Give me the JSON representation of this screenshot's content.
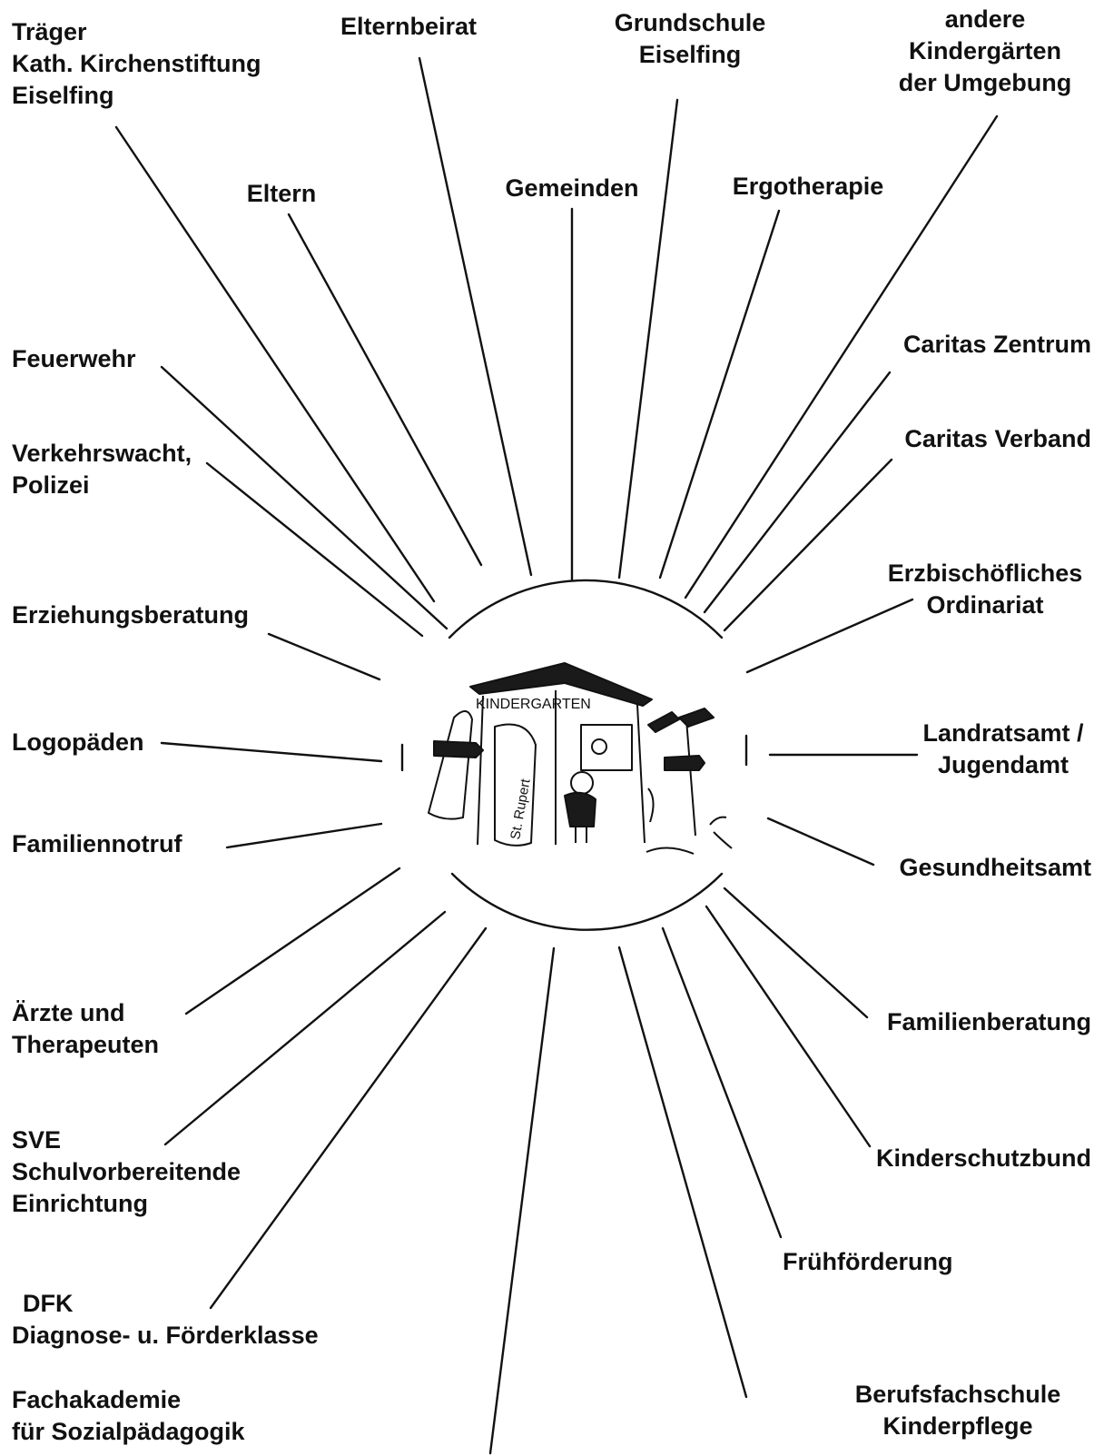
{
  "diagram": {
    "colors": {
      "ink": "#111111",
      "background": "#ffffff",
      "roof": "#1a1a1a"
    },
    "center_illustration": {
      "sign_text": "KINDERGARTEN",
      "banner_text": "St. Rupert"
    },
    "labels": {
      "traeger": [
        "Träger",
        "Kath. Kirchenstiftung",
        "Eiselfing"
      ],
      "elternbeirat": [
        "Elternbeirat"
      ],
      "grundschule": [
        "Grundschule",
        "Eiselfing"
      ],
      "andere_kindergaerten": [
        "andere",
        "Kindergärten",
        "der Umgebung"
      ],
      "eltern": [
        "Eltern"
      ],
      "gemeinden": [
        "Gemeinden"
      ],
      "ergotherapie": [
        "Ergotherapie"
      ],
      "feuerwehr": [
        "Feuerwehr"
      ],
      "caritas_zentrum": [
        "Caritas Zentrum"
      ],
      "verkehrswacht": [
        "Verkehrswacht,",
        "Polizei"
      ],
      "caritas_verband": [
        "Caritas Verband"
      ],
      "erzbischoefliches": [
        "Erzbischöfliches",
        "Ordinariat"
      ],
      "erziehungsberatung": [
        "Erziehungsberatung"
      ],
      "logopaeden": [
        "Logopäden"
      ],
      "landratsamt": [
        "Landratsamt /",
        "Jugendamt"
      ],
      "familiennotruf": [
        "Familiennotruf"
      ],
      "gesundheitsamt": [
        "Gesundheitsamt"
      ],
      "aerzte": [
        "Ärzte und",
        "Therapeuten"
      ],
      "familienberatung": [
        "Familienberatung"
      ],
      "sve": [
        "SVE",
        "Schulvorbereitende",
        "Einrichtung"
      ],
      "kinderschutzbund": [
        "Kinderschutzbund"
      ],
      "fruehfoerderung": [
        "Frühförderung"
      ],
      "dfk": [
        "DFK",
        "Diagnose- u. Förderklasse"
      ],
      "fachakademie": [
        "Fachakademie",
        "für Sozialpädagogik"
      ],
      "berufsfachschule": [
        "Berufsfachschule",
        "Kinderpflege"
      ]
    }
  }
}
